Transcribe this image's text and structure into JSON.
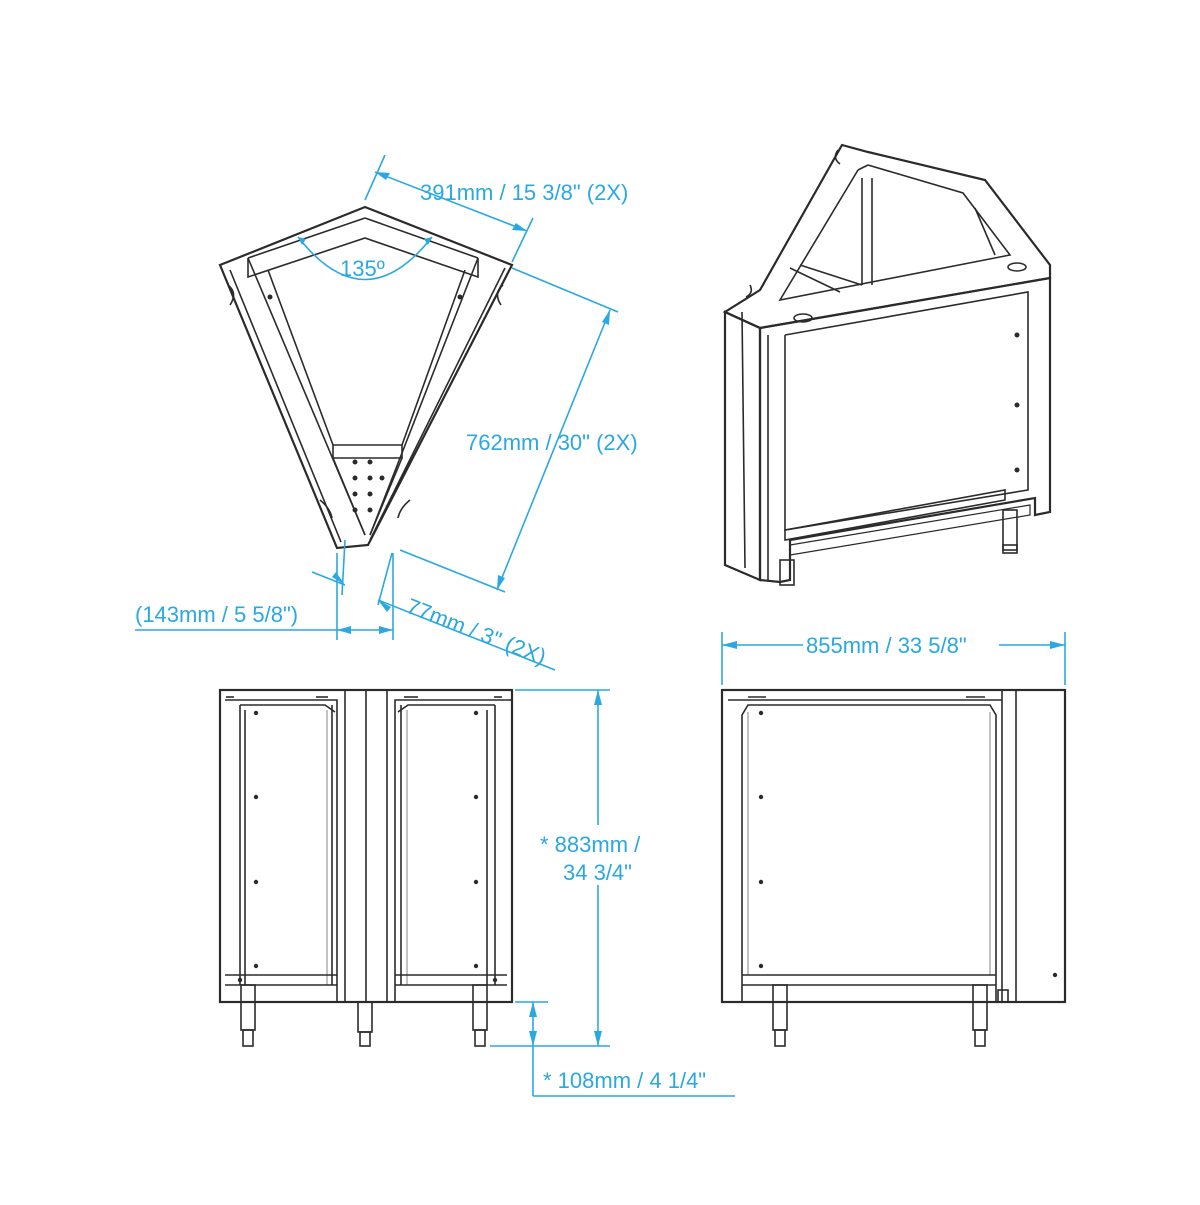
{
  "colors": {
    "dimension": "#2aa8e0",
    "outline": "#2b2b2b",
    "background": "#ffffff"
  },
  "top_view": {
    "angle": "135º",
    "top_edge": "391mm / 15 3/8\" (2X)",
    "side_length": "762mm / 30\" (2X)",
    "tip_width": "(143mm / 5 5/8\")",
    "frame_depth": "77mm / 3\" (2X)"
  },
  "front_view": {
    "height_line1": "* 883mm /",
    "height_line2": "34 3/4\"",
    "leg_height": "* 108mm / 4 1/4\""
  },
  "side_view": {
    "width": "855mm / 33 5/8\""
  }
}
